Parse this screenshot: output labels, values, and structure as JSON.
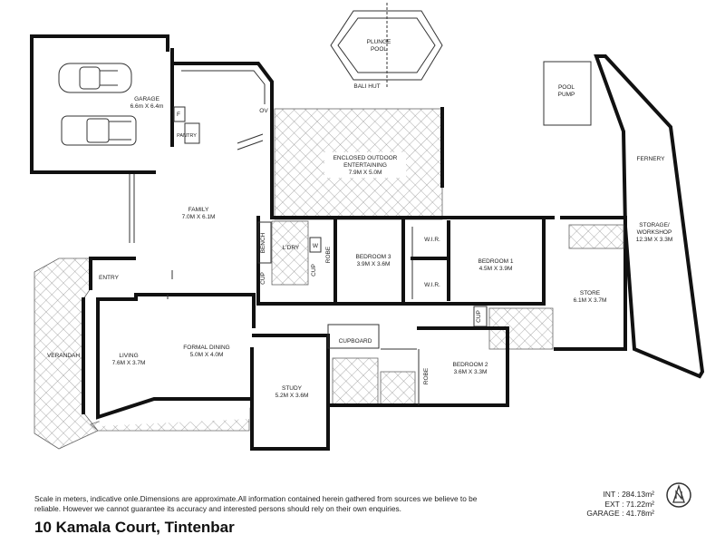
{
  "rooms": {
    "plunge_pool": "PLUNGE\nPOOL",
    "bali_hut": "BALI HUT",
    "pool_pump": "POOL\nPUMP",
    "garage": {
      "name": "GARAGE",
      "dims": "6.6m X 6.4m"
    },
    "enclosed_outdoor": {
      "name": "ENCLOSED OUTDOOR\nENTERTAINING",
      "dims": "7.9M X 5.0M"
    },
    "fernery": "FERNERY",
    "family": {
      "name": "FAMILY",
      "dims": "7.0M X 6.1M"
    },
    "laundry": "L'DRY",
    "bench": "BENCH",
    "bedroom3": {
      "name": "BEDROOM 3",
      "dims": "3.9M X 3.6M"
    },
    "bedroom1": {
      "name": "BEDROOM 1",
      "dims": "4.5M X 3.9M"
    },
    "storage_workshop": {
      "name": "STORAGE/\nWORKSHOP",
      "dims": "12.3M X 3.3M"
    },
    "store": {
      "name": "STORE",
      "dims": "6.1M X 3.7M"
    },
    "entry": "ENTRY",
    "living": {
      "name": "LIVING",
      "dims": "7.6M X 3.7M"
    },
    "formal_dining": {
      "name": "FORMAL DINING",
      "dims": "5.0M X 4.0M"
    },
    "verandah": "VERANDAH",
    "study": {
      "name": "STUDY",
      "dims": "5.2M X 3.6M"
    },
    "bedroom2": {
      "name": "BEDROOM 2",
      "dims": "3.6M X 3.3M"
    },
    "cupboard": "CUPBOARD",
    "pantry": "PANTRY",
    "ov": "OV",
    "f": "F",
    "w": "W",
    "robe": "ROBE",
    "cup": "CUP",
    "wir": "W.I.R."
  },
  "footer": {
    "disclaimer": "Scale in meters, indicative onle.Dimensions are approximate.All information contained herein gathered from sources we believe to be reliable. However we cannot guarantee its accuracy and interested persons should rely on their own enquiries.",
    "address": "10 Kamala Court, Tintenbar",
    "areas": [
      {
        "label": "INT :",
        "value": "284.13m²"
      },
      {
        "label": "EXT :",
        "value": "71.22m²"
      },
      {
        "label": "GARAGE :",
        "value": "41.78m²"
      }
    ]
  }
}
